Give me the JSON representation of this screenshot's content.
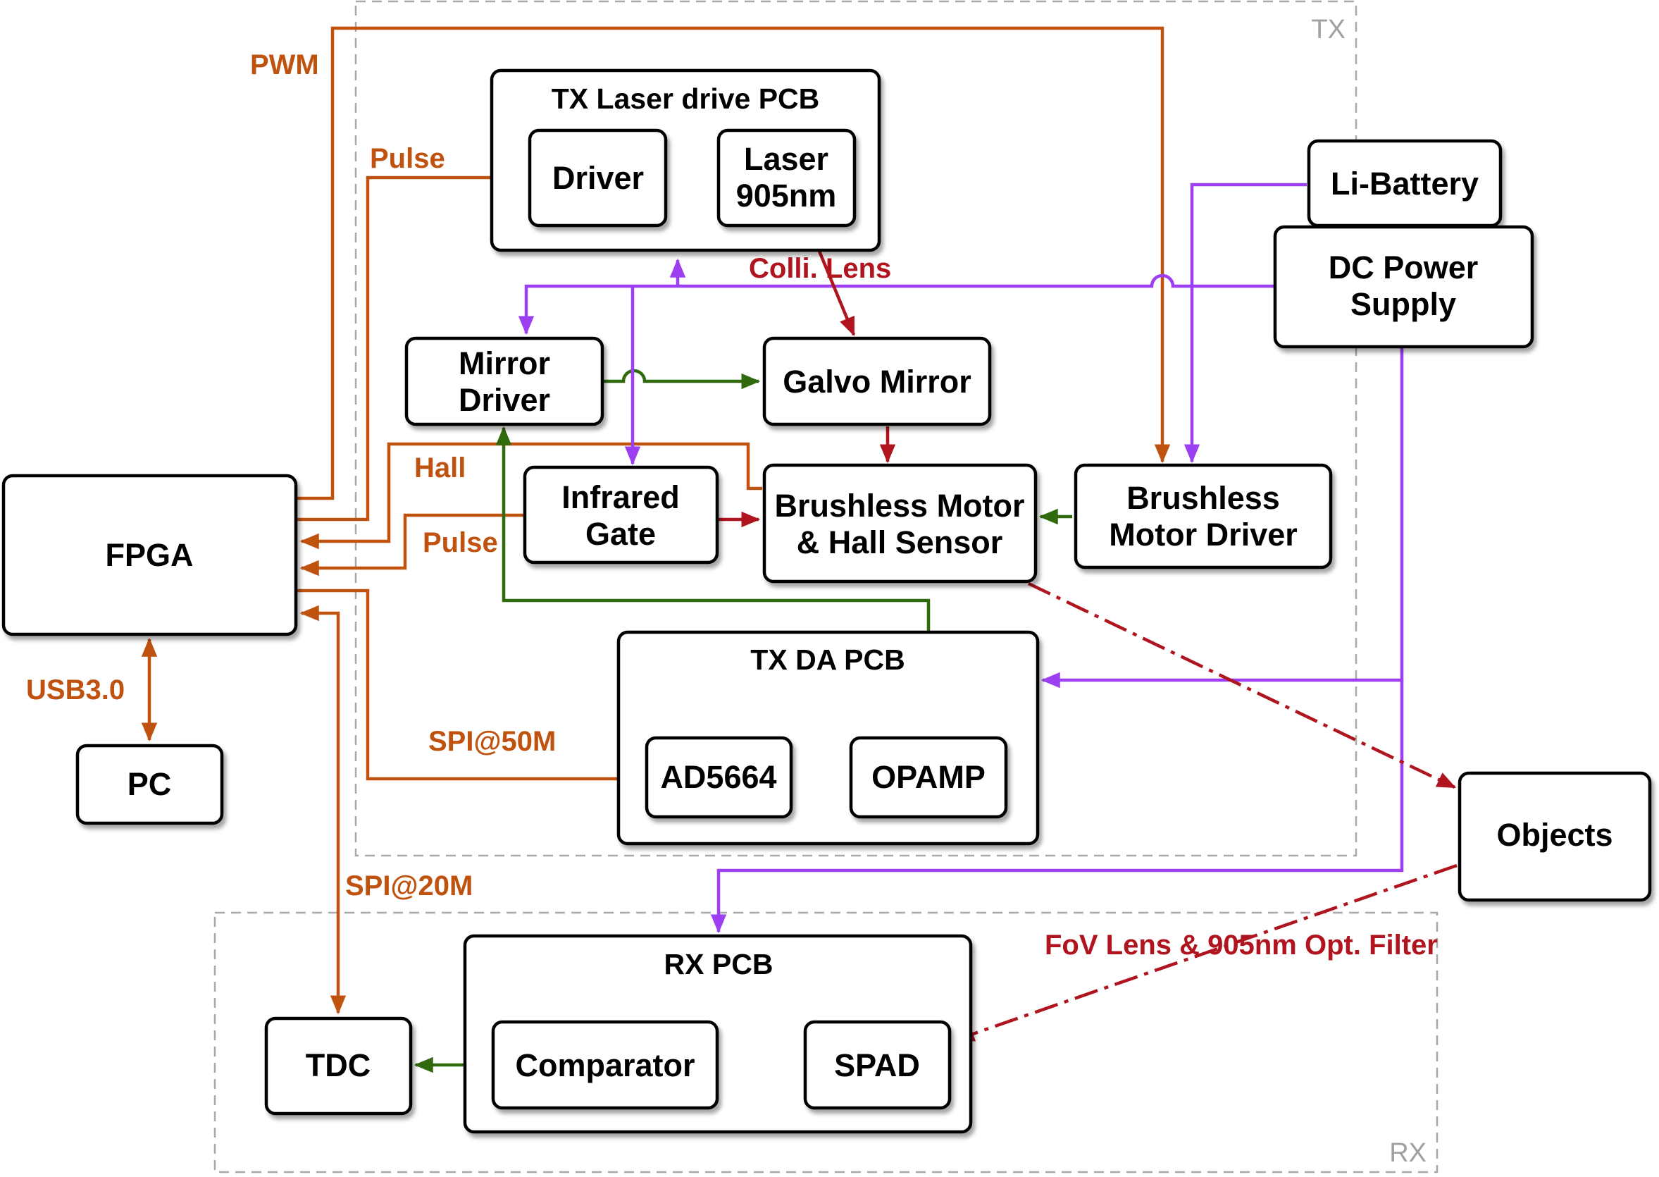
{
  "regions": {
    "tx": "TX",
    "rx": "RX"
  },
  "blocks": {
    "fpga": "FPGA",
    "pc": "PC",
    "tx_laser_pcb": "TX Laser drive PCB",
    "driver": "Driver",
    "laser_line1": "Laser",
    "laser_line2": "905nm",
    "mirror_driver_line1": "Mirror",
    "mirror_driver_line2": "Driver",
    "galvo_mirror": "Galvo Mirror",
    "infrared_gate_line1": "Infrared",
    "infrared_gate_line2": "Gate",
    "motor_line1": "Brushless Motor",
    "motor_line2": "& Hall Sensor",
    "motor_driver_line1": "Brushless",
    "motor_driver_line2": "Motor Driver",
    "li_battery": "Li-Battery",
    "dc_power_line1": "DC Power",
    "dc_power_line2": "Supply",
    "tx_da_pcb": "TX DA PCB",
    "ad5664": "AD5664",
    "opamp": "OPAMP",
    "objects": "Objects",
    "rx_pcb": "RX PCB",
    "tdc": "TDC",
    "comparator": "Comparator",
    "spad": "SPAD"
  },
  "signals": {
    "pwm": "PWM",
    "pulse_tx": "Pulse",
    "hall": "Hall",
    "pulse_gate": "Pulse",
    "usb": "USB3.0",
    "spi50": "SPI@50M",
    "spi20": "SPI@20M",
    "colli_lens": "Colli. Lens",
    "fov_lens": "FoV Lens & 905nm Opt. Filter"
  },
  "colors": {
    "digital_signal": "#c0520f",
    "analog_signal": "#2f6a0d",
    "power": "#9c3ff0",
    "optical_path": "#b0141e",
    "region_border": "#a8a8a8"
  }
}
